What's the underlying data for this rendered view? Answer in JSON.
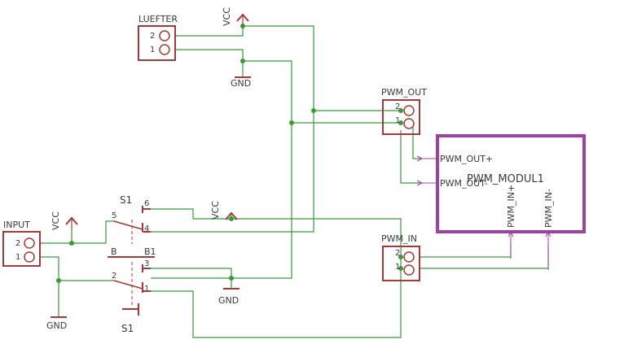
{
  "colors": {
    "wire": "#3a9a3a",
    "junction": "#3a9a3a",
    "symbol": "#a33a3a",
    "label": "#3a3a3a",
    "module": "#a040a0",
    "module_pin": "#a040a0",
    "background": "#ffffff"
  },
  "components": {
    "luefter": {
      "name": "LUEFTER",
      "pins": [
        "2",
        "1"
      ]
    },
    "input": {
      "name": "INPUT",
      "pins": [
        "2",
        "1"
      ]
    },
    "pwm_out": {
      "name": "PWM_OUT",
      "pins": [
        "2",
        "1"
      ]
    },
    "pwm_in": {
      "name": "PWM_IN",
      "pins": [
        "2",
        "1"
      ]
    },
    "pwm_modul": {
      "name": "PWM_MODUL1",
      "pins": {
        "out_plus": "PWM_OUT+",
        "out_minus": "PWM_OUT-",
        "in_plus": "PWM_IN+",
        "in_minus": "PWM_IN-"
      }
    },
    "switch": {
      "name_top": "S1",
      "name_bottom": "S1",
      "section": "B",
      "section_label": "B1",
      "pins": {
        "p1": "1",
        "p2": "2",
        "p3": "3",
        "p4": "4",
        "p5": "5",
        "p6": "6"
      }
    }
  },
  "supplies": {
    "vcc_top": "VCC",
    "gnd_top": "GND",
    "vcc_input": "VCC",
    "gnd_input": "GND",
    "vcc_mid": "VCC",
    "gnd_mid": "GND"
  }
}
